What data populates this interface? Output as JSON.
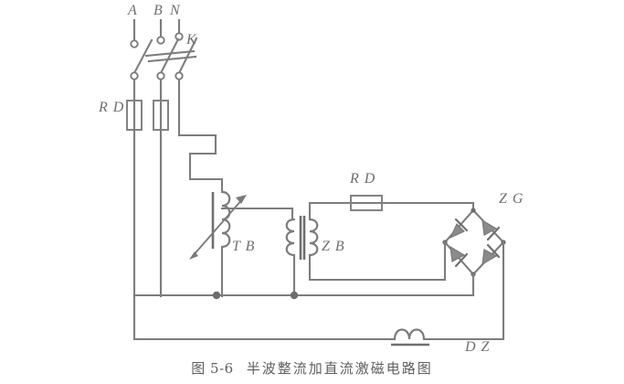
{
  "figure": {
    "caption_number": "图 5-6",
    "caption_title": "半波整流加直流激磁电路图",
    "background_color": "#ffffff",
    "line_color": "#7d7d7d",
    "label_color": "#6e6e6e"
  },
  "labels": {
    "phase_a": "A",
    "phase_b": "B",
    "neutral_n": "N",
    "switch_k": "K",
    "fuse_rd_input": "R D",
    "fuse_rd_rectifier": "R D",
    "autotransformer_tb": "T B",
    "transformer_zb": "Z B",
    "rectifier_bridge_zg": "Z G",
    "exciting_coil_dz": "D Z"
  },
  "components": [
    {
      "id": "supply-terminals",
      "name": "three-phase-supply-terminals",
      "labels": [
        "A",
        "B",
        "N"
      ],
      "count": 3
    },
    {
      "id": "knife-switch-k",
      "name": "three-pole-knife-switch",
      "label": "K",
      "poles": 3,
      "state": "open"
    },
    {
      "id": "fuse-rd-input",
      "name": "input-fuses",
      "label": "R D",
      "count": 2,
      "orientation": "vertical"
    },
    {
      "id": "autotransformer-tb",
      "name": "variable-autotransformer",
      "label": "T B",
      "has_wiper_arrow": true
    },
    {
      "id": "transformer-zb",
      "name": "isolation-transformer",
      "label": "Z B",
      "windings": 2
    },
    {
      "id": "fuse-rd-rectifier",
      "name": "rectifier-branch-fuse",
      "label": "R D",
      "count": 1,
      "orientation": "horizontal"
    },
    {
      "id": "rectifier-zg",
      "name": "bridge-rectifier",
      "label": "Z G",
      "diodes": 4,
      "topology": "full-bridge-diamond"
    },
    {
      "id": "exciting-coil-dz",
      "name": "dc-exciting-coil",
      "label": "D Z",
      "turns": 2,
      "has_core": true
    }
  ]
}
